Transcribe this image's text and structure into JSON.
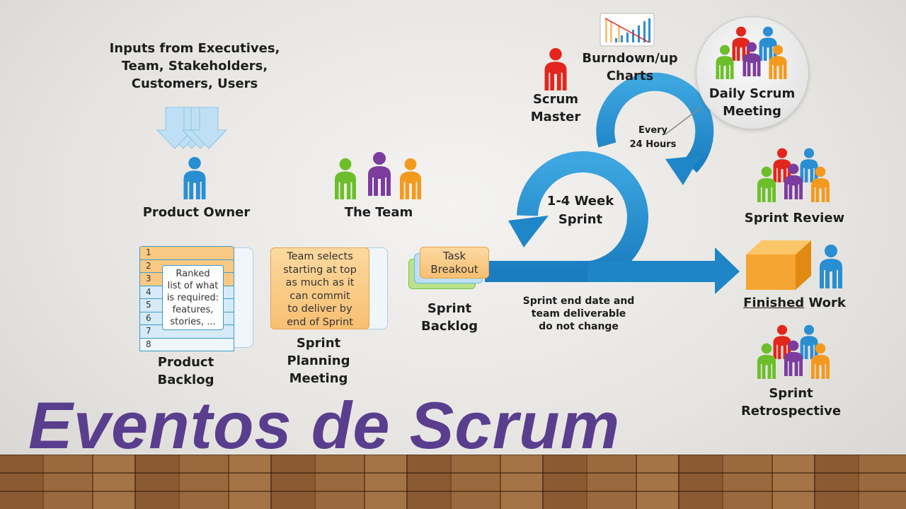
{
  "inputs": {
    "line1": "Inputs from Executives,",
    "line2": "Team, Stakeholders,",
    "line3": "Customers, Users"
  },
  "roles": {
    "product_owner": "Product Owner",
    "team": "The Team",
    "scrum_master_1": "Scrum",
    "scrum_master_2": "Master",
    "burndown_1": "Burndown/up",
    "burndown_2": "Charts",
    "daily_1": "Daily Scrum",
    "daily_2": "Meeting"
  },
  "product_backlog": {
    "rows": [
      "1",
      "2",
      "3",
      "4",
      "5",
      "6",
      "7",
      "8"
    ],
    "note": [
      "Ranked",
      "list of what",
      "is required:",
      "features,",
      "stories, ..."
    ],
    "label_1": "Product",
    "label_2": "Backlog"
  },
  "sprint_planning": {
    "note": [
      "Team selects",
      "starting at top",
      "as much as it",
      "can commit",
      "to deliver by",
      "end of Sprint"
    ],
    "label_1": "Sprint",
    "label_2": "Planning",
    "label_3": "Meeting"
  },
  "sprint_backlog": {
    "card_1": "Task",
    "card_2": "Breakout",
    "label_1": "Sprint",
    "label_2": "Backlog"
  },
  "cycle": {
    "sprint_1": "1-4 Week",
    "sprint_2": "Sprint",
    "daily_1": "Every",
    "daily_2": "24 Hours",
    "note_1": "Sprint end date and",
    "note_2": "team deliverable",
    "note_3": "do not change"
  },
  "outcomes": {
    "review": "Sprint Review",
    "finished_u": "Finished",
    "finished_rest": " Work",
    "retro_1": "Sprint",
    "retro_2": "Retrospective"
  },
  "title": "Eventos de Scrum",
  "colors": {
    "blue": "#2a8ed2",
    "red": "#e2261c",
    "green": "#6cbf2a",
    "purple": "#7b3c9e",
    "orange": "#f39a1e",
    "title": "#5a3e8e"
  }
}
